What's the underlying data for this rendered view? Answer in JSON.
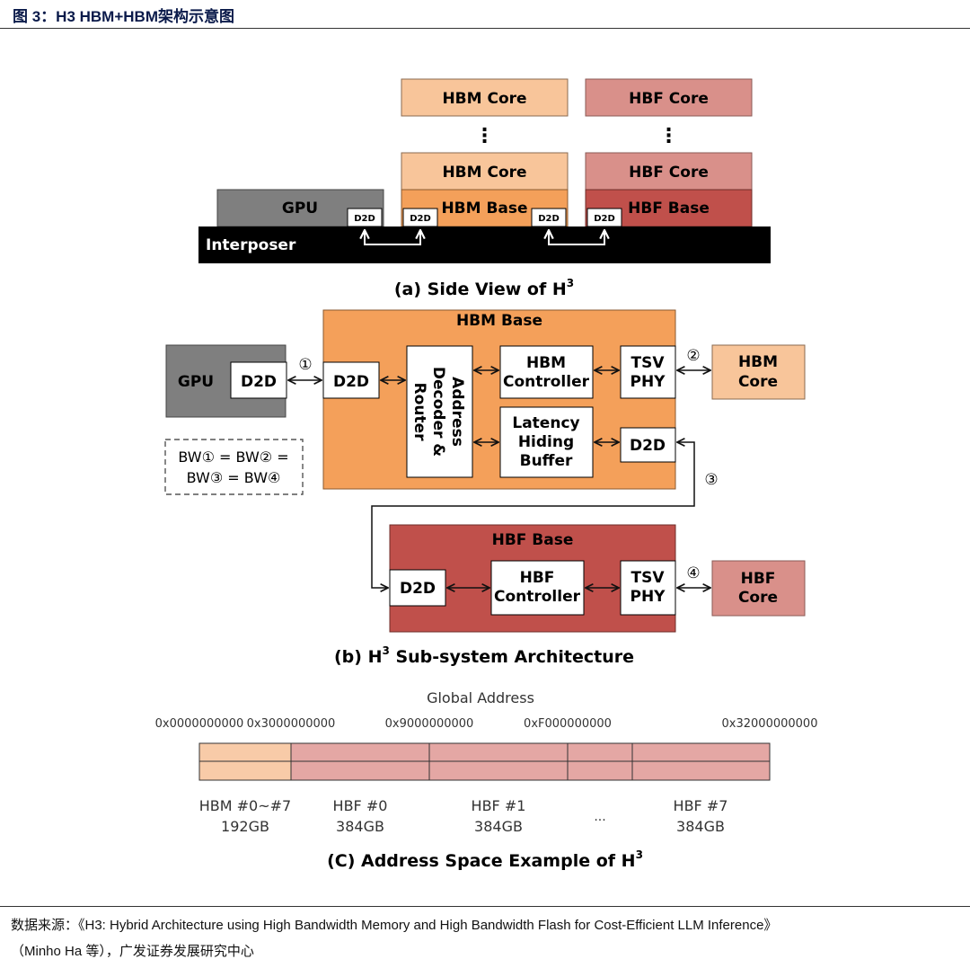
{
  "header": {
    "title": "图 3：H3 HBM+HBM架构示意图"
  },
  "colors": {
    "hbm_core": "#f8c59a",
    "hbm_base": "#f4a05a",
    "hbf_core": "#d9908a",
    "hbf_base": "#c0504b",
    "gpu": "#7f7f7f",
    "interposer": "#000000",
    "address_hbm": "#f8cba8",
    "address_hbf": "#e4a7a4"
  },
  "side_view": {
    "hbm_core_label": "HBM Core",
    "hbf_core_label": "HBF Core",
    "hbm_base_label": "HBM Base",
    "hbf_base_label": "HBF Base",
    "gpu_label": "GPU",
    "interposer_label": "Interposer",
    "d2d_label": "D2D",
    "ellipsis": "⋮",
    "caption": "(a) Side View of H",
    "caption_sup": "3"
  },
  "subsystem": {
    "hbm_base_title": "HBM Base",
    "hbf_base_title": "HBF Base",
    "gpu_label": "GPU",
    "d2d_label": "D2D",
    "address_decoder_line1": "Address",
    "address_decoder_line2": "Decoder &",
    "address_decoder_line3": "Router",
    "hbm_controller_line1": "HBM",
    "hbm_controller_line2": "Controller",
    "latency_line1": "Latency",
    "latency_line2": "Hiding",
    "latency_line3": "Buffer",
    "tsv_line1": "TSV",
    "tsv_line2": "PHY",
    "hbm_core_line1": "HBM",
    "hbm_core_line2": "Core",
    "hbf_controller_line1": "HBF",
    "hbf_controller_line2": "Controller",
    "hbf_core_line1": "HBF",
    "hbf_core_line2": "Core",
    "link_1": "①",
    "link_2": "②",
    "link_3": "③",
    "link_4": "④",
    "bw_line1": "BW① = BW② =",
    "bw_line2": "BW③ = BW④",
    "caption_prefix": "(b) H",
    "caption_sup": "3",
    "caption_suffix": " Sub-system Architecture"
  },
  "address_space": {
    "title": "Global Address",
    "addresses": [
      "0x0000000000",
      "0x3000000000",
      "0x9000000000",
      "0xF000000000",
      "0x32000000000"
    ],
    "segments": [
      {
        "name": "HBM #0~#7",
        "size": "192GB"
      },
      {
        "name": "HBF #0",
        "size": "384GB"
      },
      {
        "name": "HBF #1",
        "size": "384GB"
      },
      {
        "name": "...",
        "size": ""
      },
      {
        "name": "HBF #7",
        "size": "384GB"
      }
    ],
    "caption": "(C) Address Space Example of H",
    "caption_sup": "3"
  },
  "footer": {
    "source_line1": "数据来源：《H3: Hybrid Architecture using High Bandwidth Memory and High Bandwidth Flash for Cost-Efficient LLM Inference》",
    "source_line2": "（Minho Ha 等），广发证券发展研究中心"
  }
}
